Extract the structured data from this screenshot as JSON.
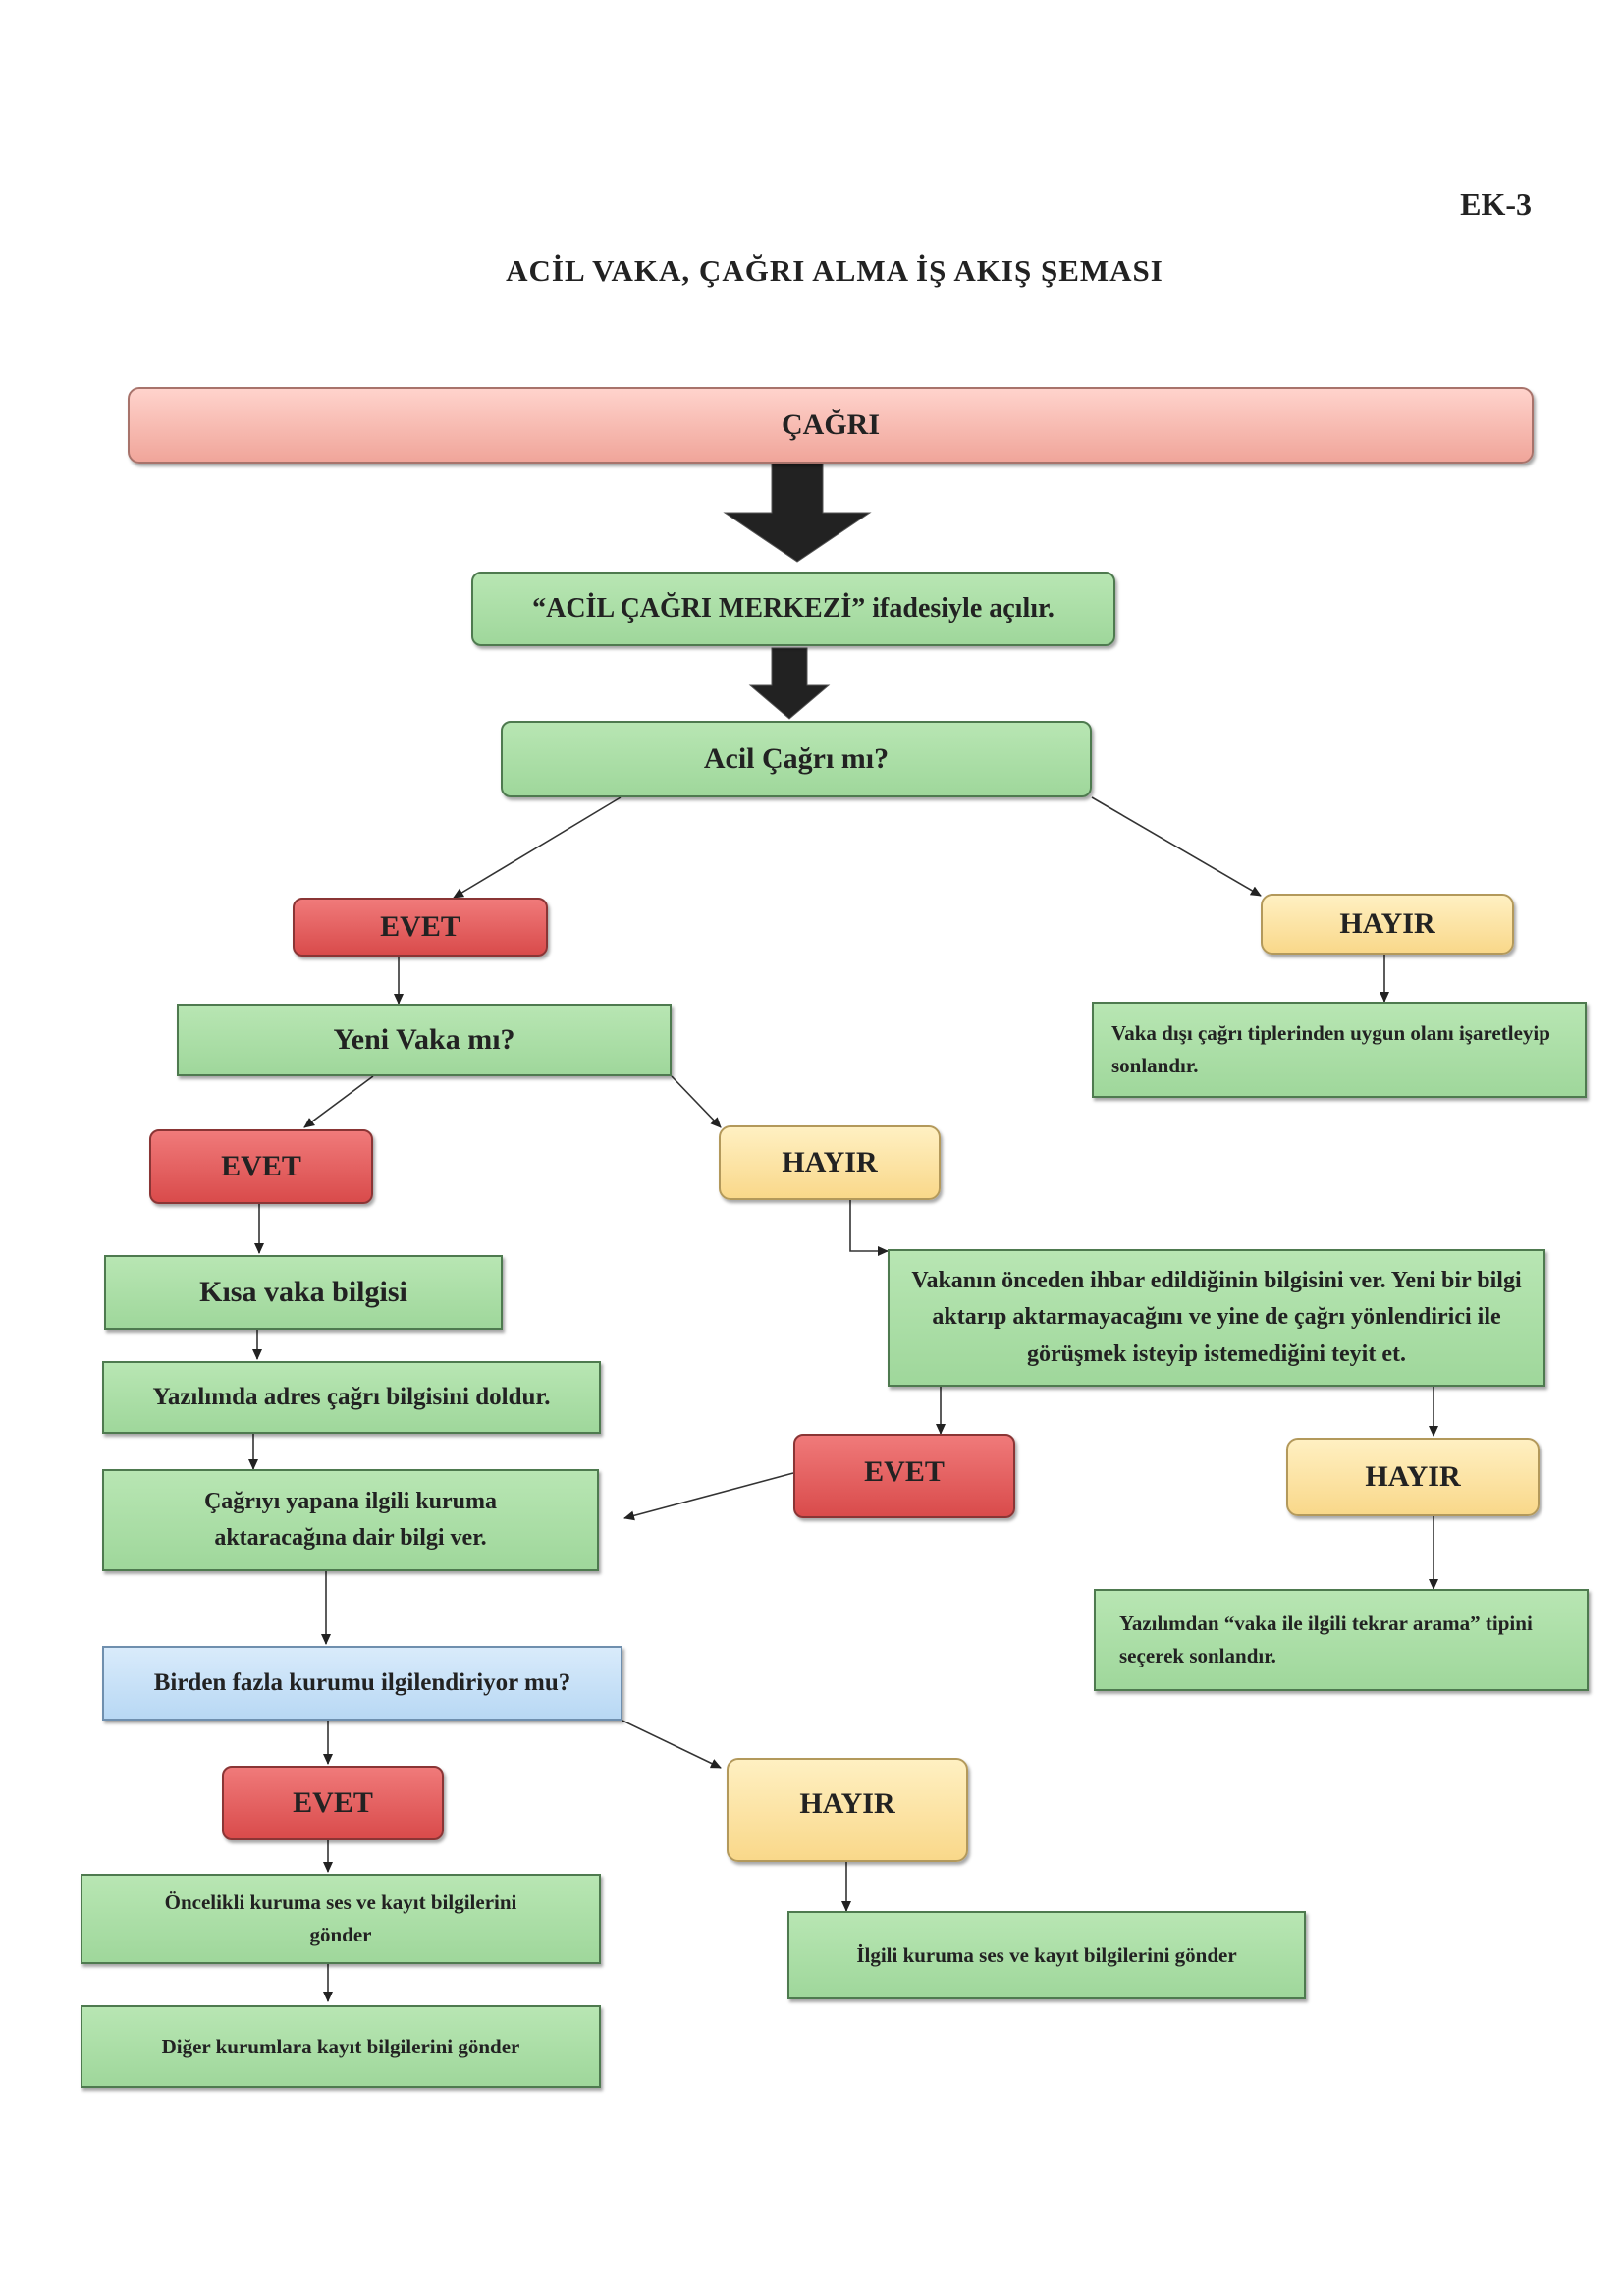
{
  "page": {
    "label": "EK-3",
    "title": "ACİL VAKA, ÇAĞRI ALMA İŞ AKIŞ ŞEMASI"
  },
  "nodes": {
    "cagri": "ÇAĞRI",
    "merkez": "“ACİL ÇAĞRI MERKEZİ” ifadesiyle açılır.",
    "acil_q": "Acil Çağrı mı?",
    "evet1": "EVET",
    "hayir1": "HAYIR",
    "vaka_disi": "Vaka dışı çağrı tiplerinden uygun olanı işaretleyip sonlandır.",
    "yeni_q": "Yeni Vaka mı?",
    "evet2": "EVET",
    "hayir2": "HAYIR",
    "kisa": "Kısa vaka bilgisi",
    "yazilim": "Yazılımda adres çağrı bilgisini doldur.",
    "onceden": "Vakanın önceden ihbar edildiğinin bilgisini ver. Yeni bir bilgi aktarıp aktarmayacağını ve yine de çağrı yönlendirici ile görüşmek isteyip istemediğini teyit et.",
    "evet3": "EVET",
    "hayir3": "HAYIR",
    "aktarma": "Çağrıyı yapana ilgili kuruma aktaracağına dair bilgi ver.",
    "tekrar": "Yazılımdan “vaka ile ilgili tekrar arama” tipini seçerek sonlandır.",
    "birden_q": "Birden fazla kurumu ilgilendiriyor mu?",
    "evet4": "EVET",
    "hayir4": "HAYIR",
    "oncelikli": "Öncelikli kuruma ses ve kayıt bilgilerini gönder",
    "ilgili": "İlgili kuruma ses ve kayıt bilgilerini gönder",
    "diger": "Diğer kurumlara kayıt bilgilerini gönder"
  }
}
